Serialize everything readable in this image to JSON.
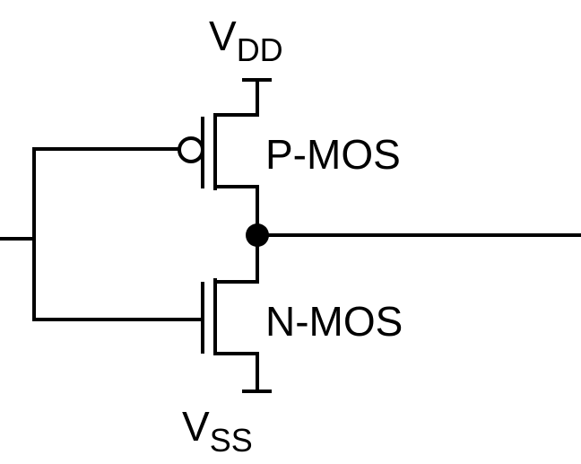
{
  "diagram": {
    "title": "",
    "supply_top": {
      "main": "V",
      "sub": "DD"
    },
    "supply_bottom": {
      "main": "V",
      "sub": "SS"
    },
    "pmos_label": "P-MOS",
    "nmos_label": "N-MOS",
    "colors": {
      "stroke": "#000000",
      "background": "#ffffff"
    }
  }
}
